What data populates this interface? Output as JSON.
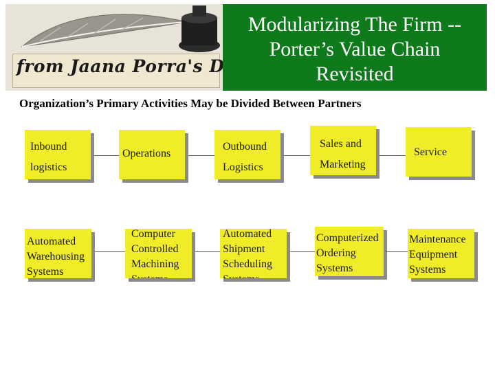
{
  "header": {
    "logo_text": "from Jaana Porra's Desk",
    "title_lines": [
      "Modularizing The Firm  --",
      "Porter’s Value Chain",
      "Revisited"
    ]
  },
  "subtitle": "Organization’s Primary Activities May be Divided Between Partners",
  "primary_activities": [
    {
      "lines": [
        "Inbound",
        "logistics"
      ]
    },
    {
      "lines": [
        "Operations"
      ]
    },
    {
      "lines": [
        "Outbound",
        "Logistics"
      ]
    },
    {
      "lines": [
        "Sales and",
        "Marketing"
      ]
    },
    {
      "lines": [
        "Service"
      ]
    }
  ],
  "systems": [
    {
      "lines": [
        "Automated",
        "Warehousing",
        "Systems"
      ]
    },
    {
      "lines": [
        "Computer",
        "Controlled",
        "Machining",
        "Systems"
      ]
    },
    {
      "lines": [
        "Automated",
        "Shipment",
        "Scheduling",
        "Systems"
      ]
    },
    {
      "lines": [
        "Computerized",
        "Ordering",
        "Systems"
      ]
    },
    {
      "lines": [
        "Maintenance",
        "Equipment",
        "Systems"
      ]
    }
  ],
  "colors": {
    "header_green": "#0f7a1c",
    "box_yellow": "#f0ec28",
    "box_shadow": "#8a8a8a"
  },
  "icons": [
    "feather-quill-icon",
    "inkwell-icon"
  ]
}
